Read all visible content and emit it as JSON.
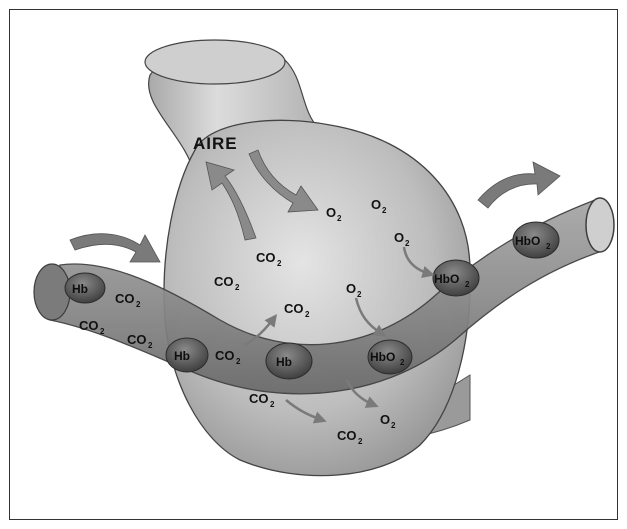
{
  "title": "AIRE",
  "labels": {
    "o2": "O",
    "co2": "CO",
    "sub2": "2",
    "hb": "Hb",
    "hbo2": "HbO"
  },
  "colors": {
    "alveolus": "#b9b9b9",
    "vessel": "#8d8d8d",
    "cell": "#545454",
    "arrow": "#7a7a7a",
    "frame": "#333333"
  }
}
